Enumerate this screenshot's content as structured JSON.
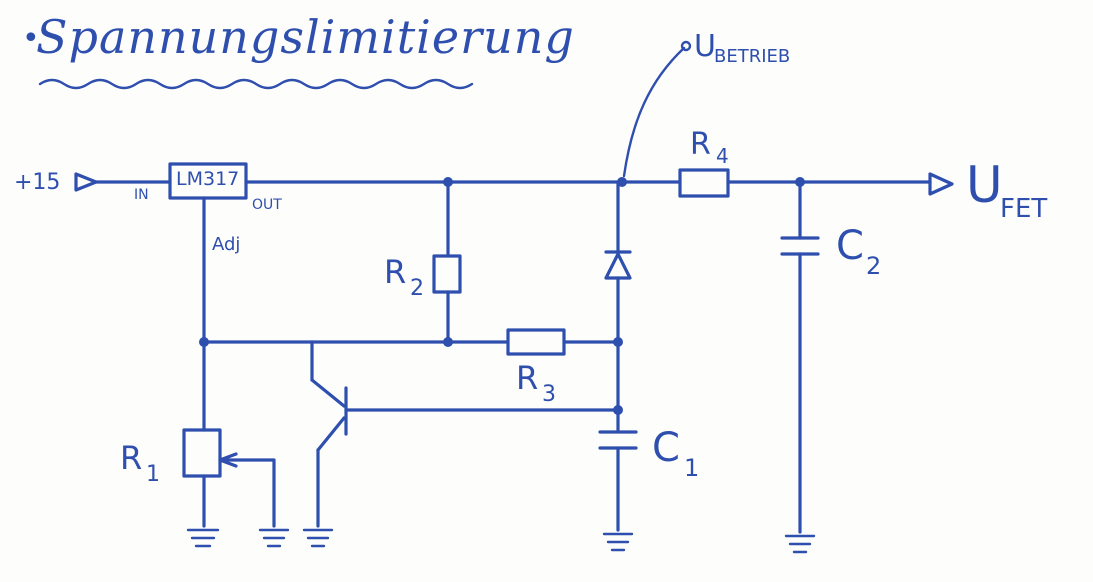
{
  "title": "Spannungslimitierung",
  "labels": {
    "input": "+15",
    "ic": "LM317",
    "in_pin": "IN",
    "out_pin": "OUT",
    "adj_pin": "Adj",
    "node_label_u": "U",
    "node_label_sub": "BETRIEB",
    "output_u": "U",
    "output_sub": "FET",
    "r1": "R",
    "r1_sub": "1",
    "r2": "R",
    "r2_sub": "2",
    "r3": "R",
    "r3_sub": "3",
    "r4": "R",
    "r4_sub": "4",
    "c1": "C",
    "c1_sub": "1",
    "c2": "C",
    "c2_sub": "2"
  },
  "colors": {
    "ink": "#2f4fae",
    "paper": "#fdfdfb"
  }
}
